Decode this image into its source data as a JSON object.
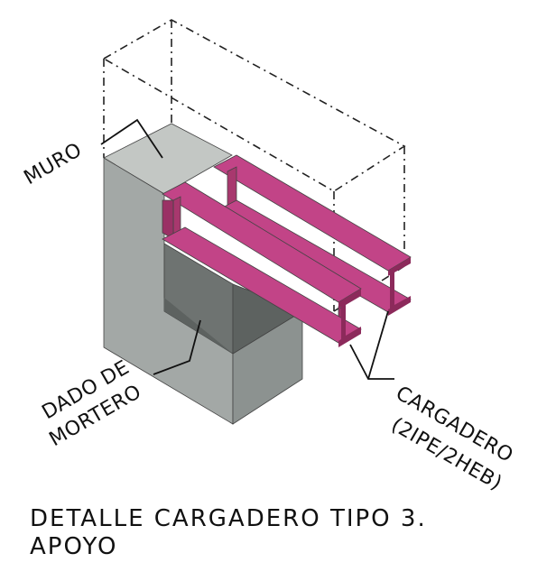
{
  "labels": {
    "muro": "MURO",
    "dado_line1": "DADO DE",
    "dado_line2": "MORTERO",
    "cargadero_line1": "CARGADERO",
    "cargadero_line2": "(2IPE/2HEB)"
  },
  "title": {
    "line1": "DETALLE CARGADERO TIPO 3.",
    "line2": "APOYO"
  },
  "colors": {
    "wall_top": "#c3c7c4",
    "wall_left": "#a3a8a6",
    "wall_right": "#8c9290",
    "mortar_front": "#6e7371",
    "mortar_dark": "#5d6260",
    "beam_web": "#a8386e",
    "beam_flange_top": "#c24487",
    "beam_flange_edge": "#8c2a5b",
    "dashed": "#222222",
    "text": "#111111"
  }
}
